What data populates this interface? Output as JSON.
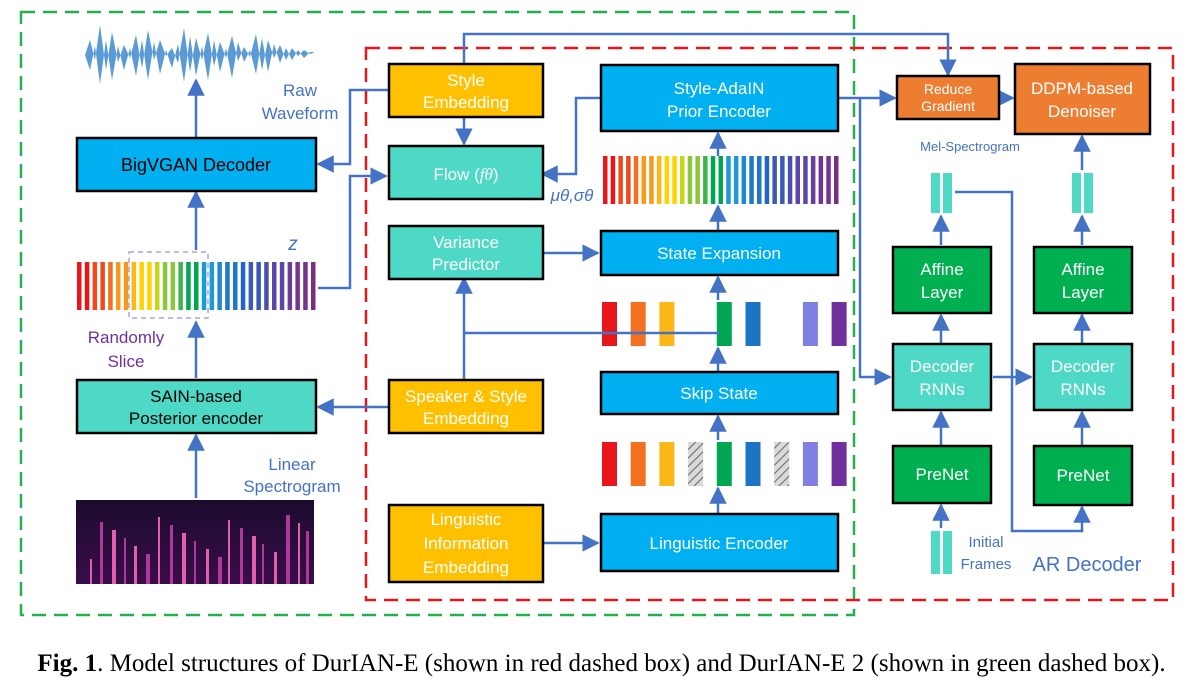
{
  "colors": {
    "blue_box": "#00b0f0",
    "teal_box": "#4dd9c6",
    "orange_box": "#ffc000",
    "deep_orange_box": "#ed7d31",
    "green_box": "#00b050",
    "arrow": "#4472c4",
    "green_dash": "#22b14c",
    "red_dash": "#e8161a",
    "label_blue": "#4472c4",
    "label_purple": "#7030a0"
  },
  "boxes": {
    "bigvgan": "BigVGAN Decoder",
    "sain_line1": "SAIN-based",
    "sain_line2": "Posterior encoder",
    "style_emb_line1": "Style",
    "style_emb_line2": "Embedding",
    "flow_text": "Flow (",
    "flow_sym": "fθ",
    "flow_close": ")",
    "variance_line1": "Variance",
    "variance_line2": "Predictor",
    "speaker_line1": "Speaker & Style",
    "speaker_line2": "Embedding",
    "linguistic_emb_line1": "Linguistic",
    "linguistic_emb_line2": "Information",
    "linguistic_emb_line3": "Embedding",
    "prior_line1": "Style-AdaIN",
    "prior_line2": "Prior Encoder",
    "state_expansion": "State Expansion",
    "skip_state": "Skip State",
    "linguistic_encoder": "Linguistic Encoder",
    "reduce_line1": "Reduce",
    "reduce_line2": "Gradient",
    "ddpm_line1": "DDPM-based",
    "ddpm_line2": "Denoiser",
    "affine_line1": "Affine",
    "affine_line2": "Layer",
    "decoder_rnn_line1": "Decoder",
    "decoder_rnn_line2": "RNNs",
    "prenet": "PreNet"
  },
  "labels": {
    "raw_waveform_1": "Raw",
    "raw_waveform_2": "Waveform",
    "z": "z",
    "randomly_1": "Randomly",
    "randomly_2": "Slice",
    "linear_1": "Linear",
    "linear_2": "Spectrogram",
    "mu_sigma": "μθ,σθ",
    "mel_spectrogram": "Mel-Spectrogram",
    "initial_1": "Initial",
    "initial_2": "Frames",
    "ar_decoder": "AR Decoder"
  },
  "caption": {
    "fig": "Fig. 1",
    "text": ". Model structures of DurIAN-E (shown in red dashed box) and DurIAN-E 2 (shown in green dashed box)."
  }
}
